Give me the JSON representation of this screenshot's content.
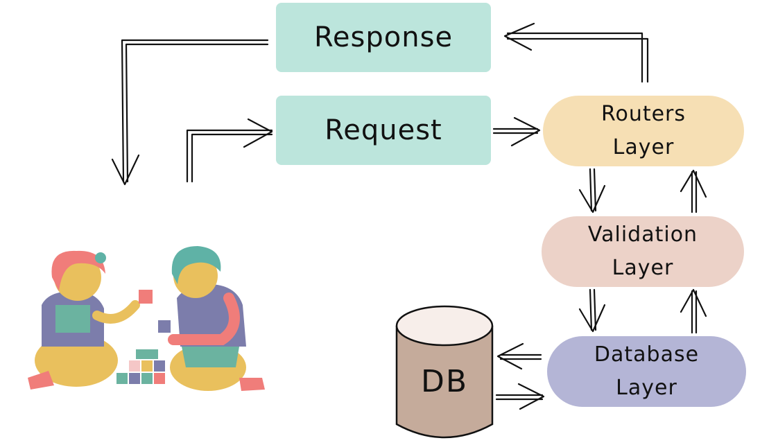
{
  "boxes": {
    "response": "Response",
    "request": "Request",
    "routers": {
      "line1": "Routers",
      "line2": "Layer"
    },
    "validation": {
      "line1": "Validation",
      "line2": "Layer"
    },
    "database": {
      "line1": "Database",
      "line2": "Layer"
    }
  },
  "db": {
    "label": "DB"
  },
  "colors": {
    "request_response": "#bce5dc",
    "routers": "#f6dfb4",
    "validation": "#ecd2c8",
    "database_layer": "#b4b5d6",
    "db_cylinder": "#c5ab9b",
    "db_top": "#f7eeea"
  },
  "illustration": {
    "description_icon": "children-playing-blocks-icon"
  }
}
